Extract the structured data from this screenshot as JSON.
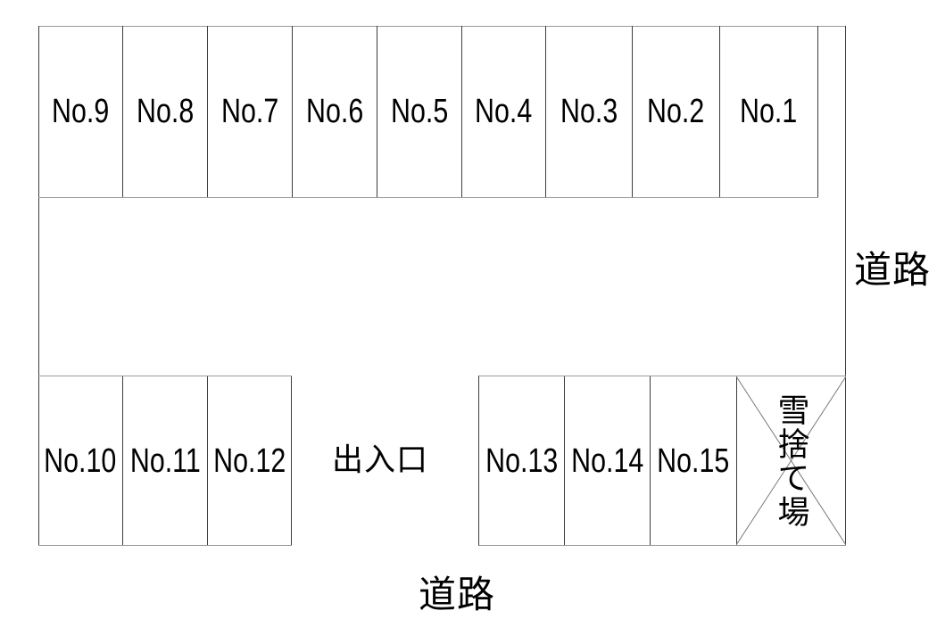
{
  "diagram": {
    "type": "parking-lot-layout",
    "stalls": {
      "top_row": [
        {
          "label": "No.9"
        },
        {
          "label": "No.8"
        },
        {
          "label": "No.7"
        },
        {
          "label": "No.6"
        },
        {
          "label": "No.5"
        },
        {
          "label": "No.4"
        },
        {
          "label": "No.3"
        },
        {
          "label": "No.2"
        },
        {
          "label": "No.1"
        }
      ],
      "bottom_left": [
        {
          "label": "No.10"
        },
        {
          "label": "No.11"
        },
        {
          "label": "No.12"
        }
      ],
      "bottom_right": [
        {
          "label": "No.13"
        },
        {
          "label": "No.14"
        },
        {
          "label": "No.15"
        }
      ]
    },
    "labels": {
      "entrance": "出入口",
      "snow_dump_area": "雪捨て場",
      "road_right": "道路",
      "road_bottom": "道路"
    },
    "colors": {
      "background": "#ffffff",
      "line_vertical": "#3d3d3d",
      "line_horizontal": "#9a9a9a",
      "line_diagonal": "#777777",
      "text": "#000000"
    }
  }
}
